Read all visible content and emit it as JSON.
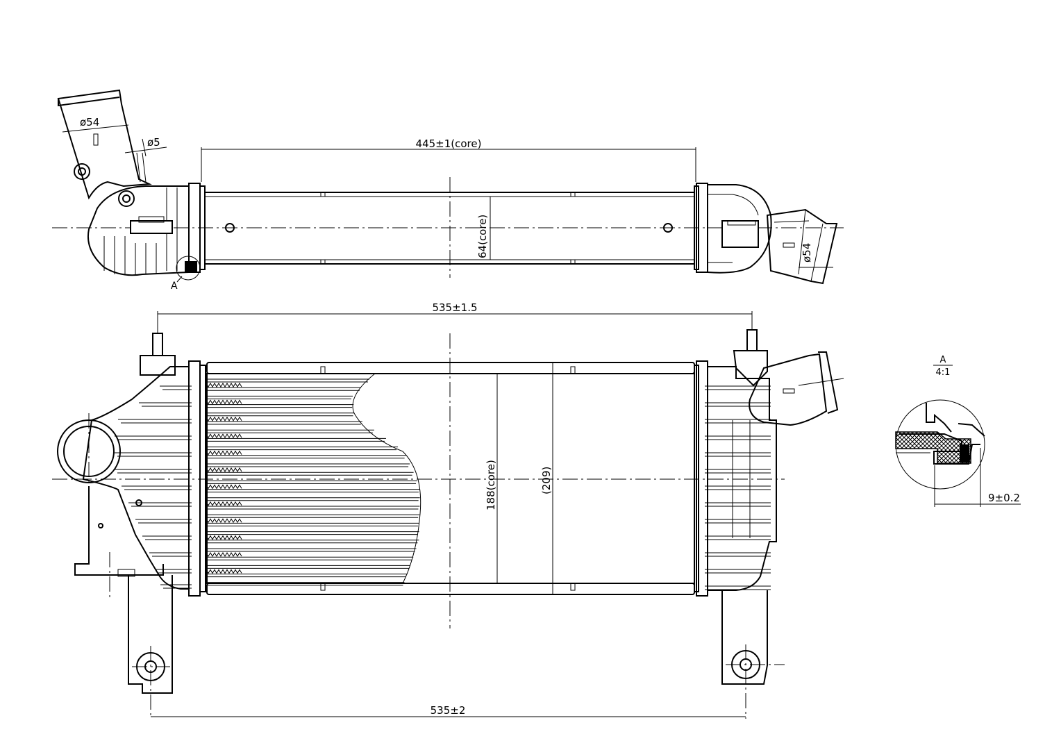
{
  "dimensions": {
    "core_length": "445±1(core)",
    "inlet_diameter_top": "ø54",
    "sensor_diameter": "ø5",
    "core_depth": "64(core)",
    "outlet_diameter_top": "ø54",
    "overall_width": "535±1.5",
    "core_height": "188(core)",
    "overall_height": "(209)",
    "mount_spacing": "535±2",
    "detail_width": "9±0.2"
  },
  "labels": {
    "detail_marker": "A",
    "detail_title": "A",
    "detail_scale": "4:1"
  },
  "colors": {
    "line": "#000000",
    "background": "#ffffff",
    "hatch": "#000000"
  }
}
